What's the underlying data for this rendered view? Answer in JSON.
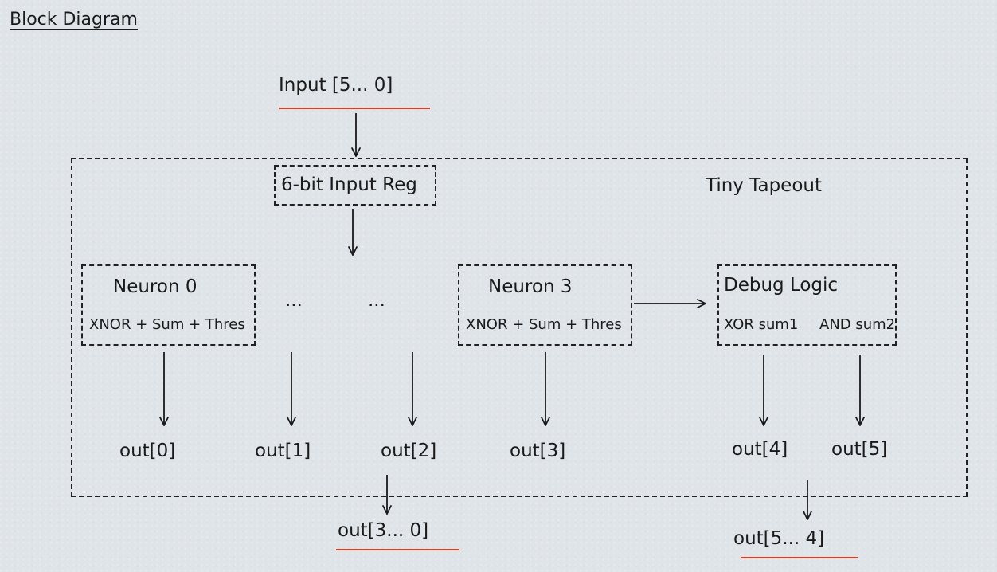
{
  "title": "Block Diagram",
  "input_label": "Input [5... 0]",
  "container_label": "Tiny Tapeout",
  "input_reg": "6-bit Input Reg",
  "neuron0": {
    "name": "Neuron 0",
    "desc": "XNOR + Sum + Thres"
  },
  "ellipsis_a": "...",
  "ellipsis_b": "...",
  "neuron3": {
    "name": "Neuron 3",
    "desc": "XNOR + Sum + Thres"
  },
  "debug": {
    "name": "Debug Logic",
    "xor": "XOR sum1",
    "and": "AND sum2"
  },
  "outputs": [
    "out[0]",
    "out[1]",
    "out[2]",
    "out[3]",
    "out[4]",
    "out[5]"
  ],
  "bus_low": "out[3... 0]",
  "bus_high": "out[5... 4]",
  "colors": {
    "ink": "#1a1a1a",
    "underline": "#d9401f",
    "background": "#dfe4e8"
  }
}
